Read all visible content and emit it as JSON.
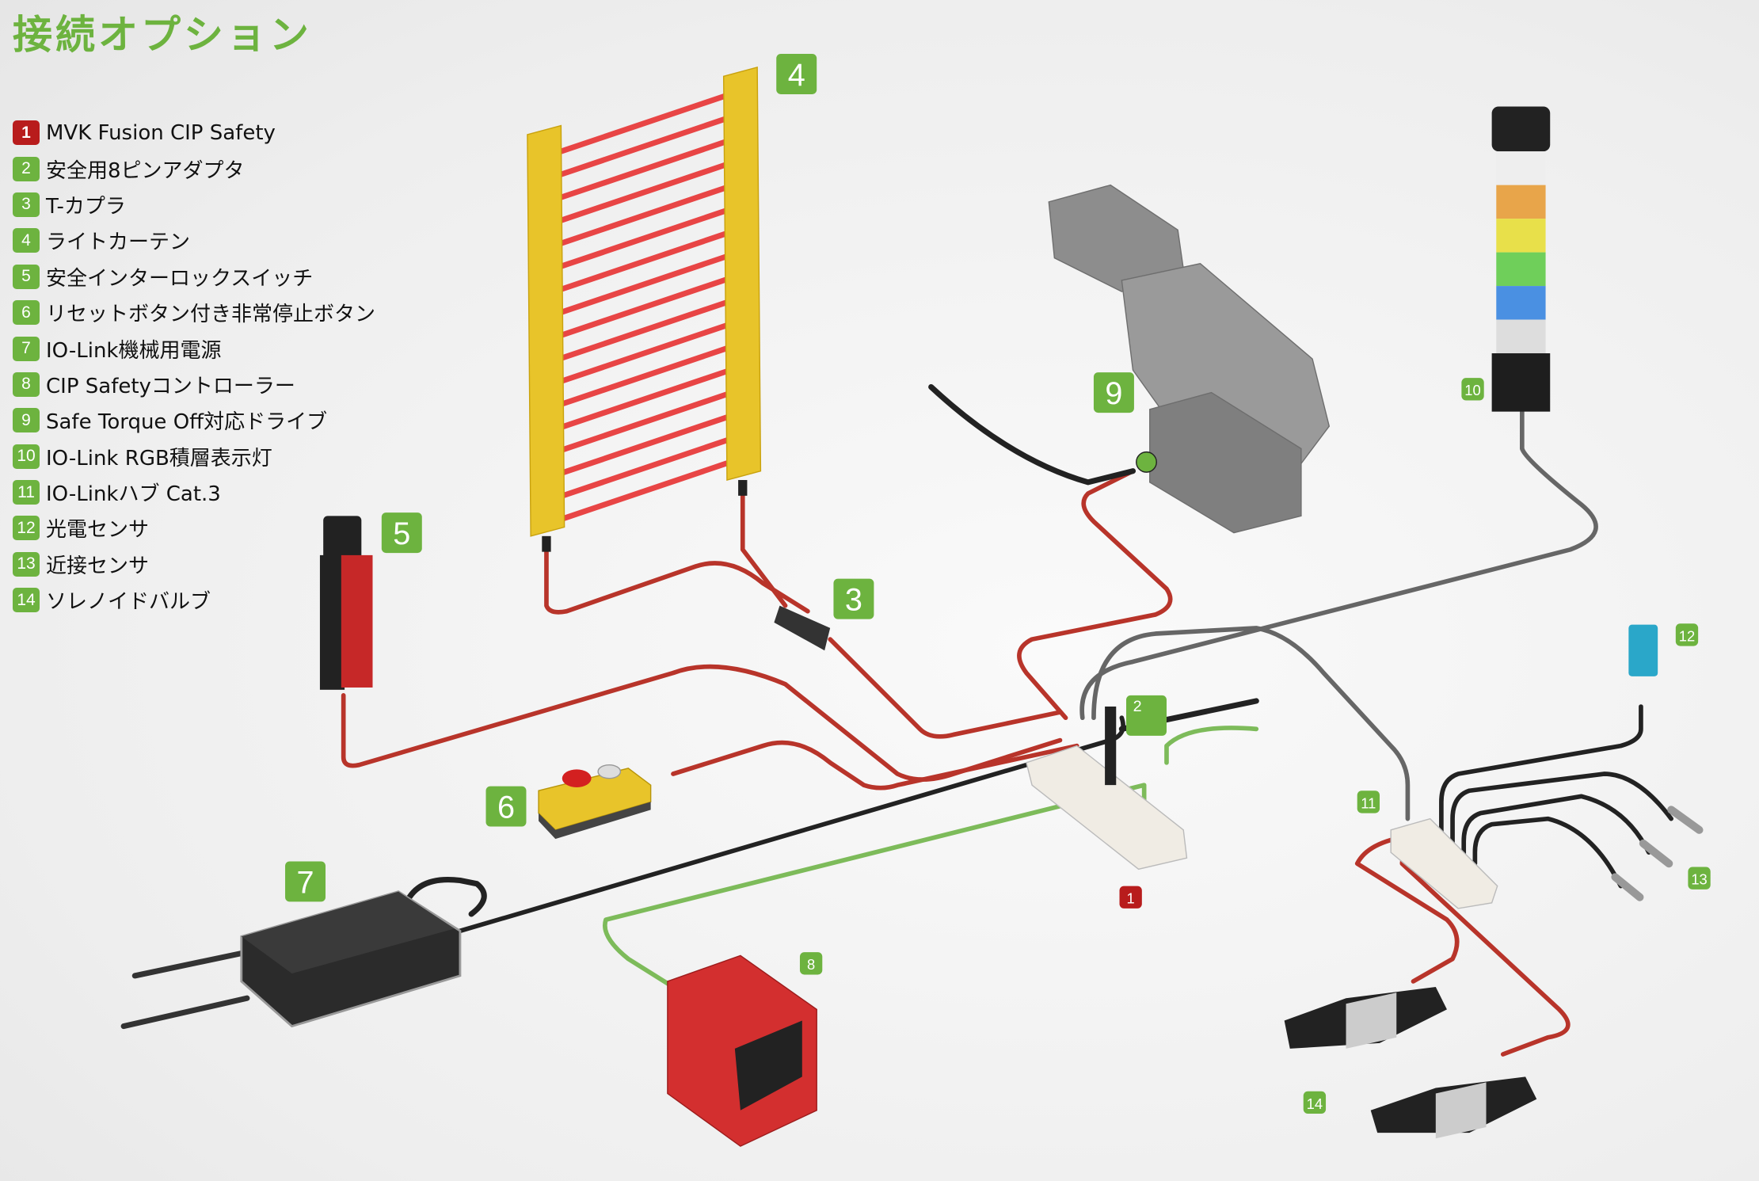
{
  "title": "接続オプション",
  "legend": [
    {
      "num": "1",
      "label": "MVK Fusion CIP Safety"
    },
    {
      "num": "2",
      "label": "安全用8ピンアダプタ"
    },
    {
      "num": "3",
      "label": "T-カプラ"
    },
    {
      "num": "4",
      "label": "ライトカーテン"
    },
    {
      "num": "5",
      "label": "安全インターロックスイッチ"
    },
    {
      "num": "6",
      "label": "リセットボタン付き非常停止ボタン"
    },
    {
      "num": "7",
      "label": "IO-Link機械用電源"
    },
    {
      "num": "8",
      "label": "CIP Safetyコントローラー"
    },
    {
      "num": "9",
      "label": "Safe Torque Off対応ドライブ"
    },
    {
      "num": "10",
      "label": "IO-Link RGB積層表示灯"
    },
    {
      "num": "11",
      "label": "IO-Linkハブ Cat.3"
    },
    {
      "num": "12",
      "label": "光電センサ"
    },
    {
      "num": "13",
      "label": "近接センサ"
    },
    {
      "num": "14",
      "label": "ソレノイドバルブ"
    }
  ],
  "colors": {
    "accent_green": "#6db33f",
    "accent_red": "#b81c1c",
    "cable_red": "#c0392b",
    "cable_black": "#222222",
    "cable_green": "#7dbb5a",
    "cable_gray": "#666666"
  }
}
